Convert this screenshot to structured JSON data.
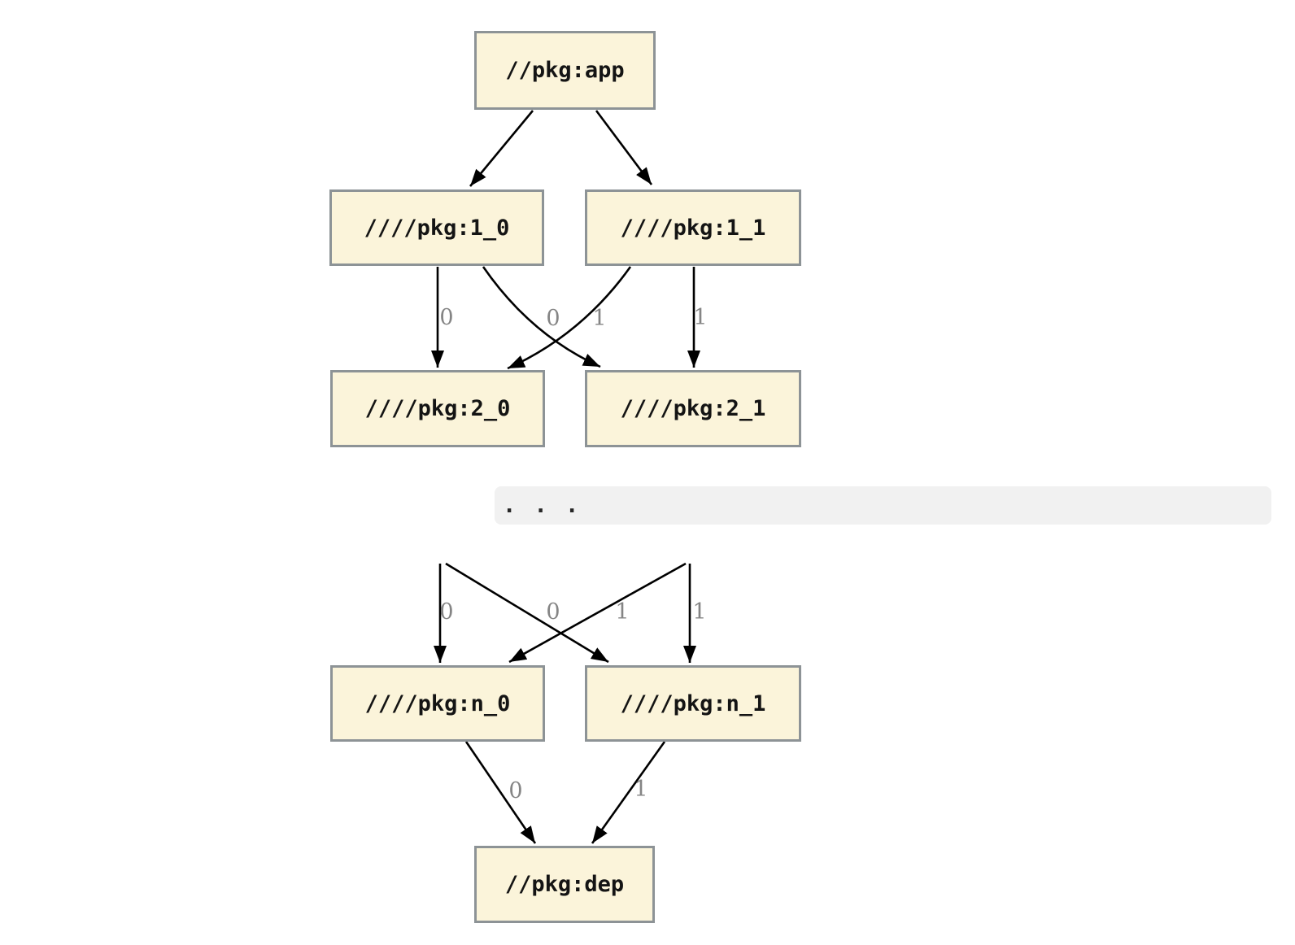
{
  "palette": {
    "background": "#FFFFFF",
    "node_fill": "#FBF4DA",
    "node_border": "#8D9396",
    "edge_color": "#000000",
    "edge_label_color": "#858585",
    "ellipsis_bar_bg": "#F1F1F1",
    "ellipsis_text": "#262626"
  },
  "graph": {
    "type": "dependency-graph",
    "ellipsis_label": ". . .",
    "nodes": [
      {
        "id": "app",
        "label": "//pkg:app"
      },
      {
        "id": "1_0",
        "label": "////pkg:1_0"
      },
      {
        "id": "1_1",
        "label": "////pkg:1_1"
      },
      {
        "id": "2_0",
        "label": "////pkg:2_0"
      },
      {
        "id": "2_1",
        "label": "////pkg:2_1"
      },
      {
        "id": "n_0",
        "label": "////pkg:n_0"
      },
      {
        "id": "n_1",
        "label": "////pkg:n_1"
      },
      {
        "id": "dep",
        "label": "//pkg:dep"
      }
    ],
    "edges": [
      {
        "from": "app",
        "to": "1_0",
        "label": ""
      },
      {
        "from": "app",
        "to": "1_1",
        "label": ""
      },
      {
        "from": "1_0",
        "to": "2_0",
        "label": "0"
      },
      {
        "from": "1_0",
        "to": "2_1",
        "label": "0"
      },
      {
        "from": "1_1",
        "to": "2_0",
        "label": "1"
      },
      {
        "from": "1_1",
        "to": "2_1",
        "label": "1"
      },
      {
        "from": "ellipsis",
        "to": "n_0",
        "label": "0"
      },
      {
        "from": "ellipsis",
        "to": "n_1",
        "label": "0"
      },
      {
        "from": "ellipsis",
        "to": "n_0",
        "label": "1"
      },
      {
        "from": "ellipsis",
        "to": "n_1",
        "label": "1"
      },
      {
        "from": "n_0",
        "to": "dep",
        "label": "0"
      },
      {
        "from": "n_1",
        "to": "dep",
        "label": "1"
      }
    ]
  }
}
